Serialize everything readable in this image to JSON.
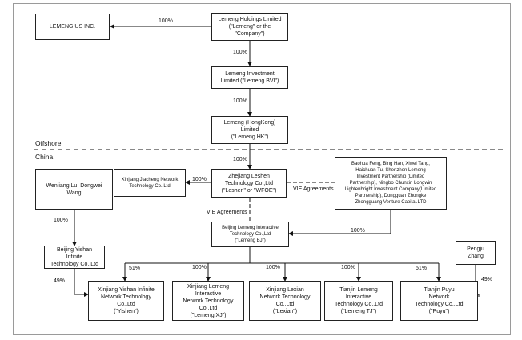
{
  "regions": {
    "offshore": "Offshore",
    "china": "China"
  },
  "entities": {
    "lemeng_us": "LEMENG US INC.",
    "holdings": "Lemeng Holdings Limited\n(\"Lemeng\" or the\n\"Company\")",
    "bvi": "Lemeng Investment\nLimited (\"Lemeng BVI\")",
    "hk": "Lemeng (HongKong)\nLimited\n(\"Lemeng HK\")",
    "wfoe": "Zhejiang Leshen\nTechnology Co.,Ltd\n(\"Leshen\" or \"WFOE\")",
    "jiacheng": "Xinjiang Jiacheng Network\nTechnology Co.,Ltd",
    "shareholders": "Baohua Feng, Bing Han, Xiwei Tang,\nHaichuan Tu, Shenzhen Lemeng\nInvestment Partnership (Limited\nPartnership), Ningbo Chunxin Longwin\nLightenbright Investment Company(Limited\nPartnership), Dongguan Zhongke\nZhongguang Venture Capital.LTD",
    "wenliang": "Wenliang Lu, Dongwei\nWang",
    "beijing_yishan": "Beijing Yishan\nInfinite\nTechnology Co.,Ltd",
    "lemeng_bj": "Beijing Lemeng Interactive\nTechnology Co.,Ltd\n(\"Lemeng BJ\")",
    "pengju": "Pengju\nZhang",
    "yishen": "Xinjiang Yishan Infinite\nNetwork Technology\nCo.,Ltd\n(\"Yishen\")",
    "lemeng_xj": "Xinjiang Lemeng\nInteractive\nNetwork Technology\nCo.,Ltd\n(\"Lemeng XJ\")",
    "lexian": "Xinjiang Lexian\nNetwork Technology\nCo.,Ltd\n(\"Lexian\")",
    "lemeng_tj": "Tianjin Lemeng\nInteractive\nTechnology Co.,Ltd\n(\"Lemeng TJ\")",
    "puyu": "Tianjin Puyu\nNetwork\nTechnology Co.,Ltd\n(\"Puyu\")"
  },
  "labels": {
    "holdings_us": "100%",
    "holdings_bvi": "100%",
    "bvi_hk": "100%",
    "hk_wfoe": "100%",
    "wfoe_jiacheng": "100%",
    "vie_right": "VIE Agreements",
    "vie_down": "VIE Agreements",
    "shareholders_bj": "100%",
    "wenliang_yishan": "100%",
    "yishan_yishen": "49%",
    "bj_yishen": "51%",
    "bj_xj": "100%",
    "bj_lexian": "100%",
    "bj_tj": "100%",
    "bj_puyu": "51%",
    "pengju_puyu": "49%"
  }
}
